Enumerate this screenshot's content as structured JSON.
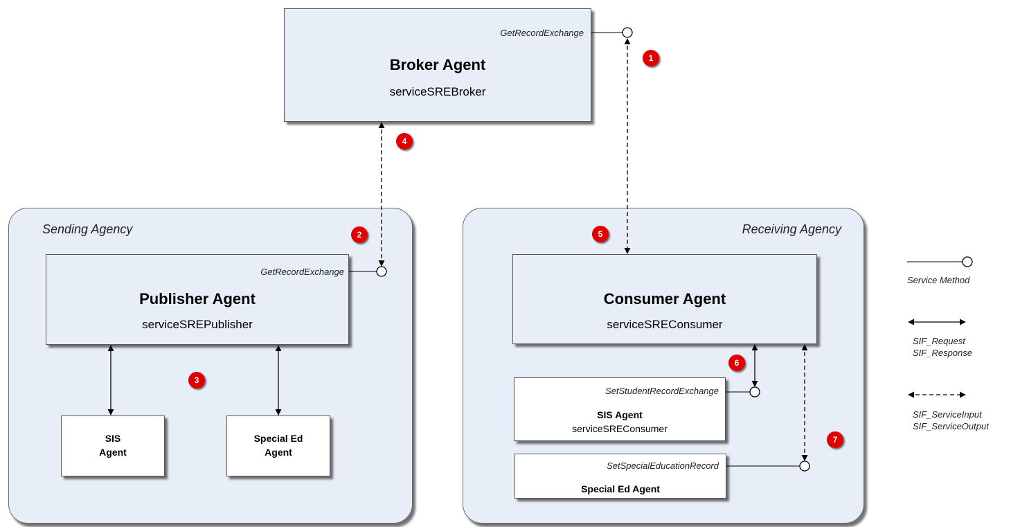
{
  "broker": {
    "title": "Broker Agent",
    "subtitle": "serviceSREBroker",
    "method": "GetRecordExchange"
  },
  "sending_agency": {
    "title": "Sending Agency",
    "publisher": {
      "title": "Publisher Agent",
      "subtitle": "serviceSREPublisher",
      "method": "GetRecordExchange"
    },
    "sis": {
      "line1": "SIS",
      "line2": "Agent"
    },
    "special_ed": {
      "line1": "Special Ed",
      "line2": "Agent"
    }
  },
  "receiving_agency": {
    "title": "Receiving Agency",
    "consumer": {
      "title": "Consumer Agent",
      "subtitle": "serviceSREConsumer"
    },
    "sis": {
      "method": "SetStudentRecordExchange",
      "title": "SIS Agent",
      "subtitle": "serviceSREConsumer"
    },
    "special_ed": {
      "method": "SetSpecialEducationRecord",
      "title": "Special Ed Agent"
    }
  },
  "steps": [
    "1",
    "2",
    "3",
    "4",
    "5",
    "6",
    "7"
  ],
  "legend": {
    "service_method": "Service Method",
    "request_line1": "SIF_Request",
    "request_line2": "SIF_Response",
    "input_line1": "SIF_ServiceInput",
    "input_line2": "SIF_ServiceOutput"
  },
  "colors": {
    "box_fill": "#e8eef8",
    "badge": "#e00000",
    "line": "#000000"
  }
}
